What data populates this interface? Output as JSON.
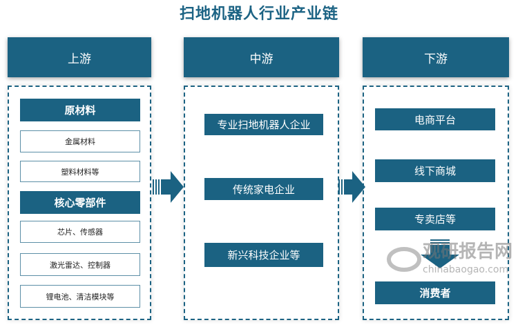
{
  "title": "扫地机器人行业产业链",
  "upstream": {
    "header": "上游",
    "groups": [
      {
        "label": "原材料",
        "items": [
          "金属材料",
          "塑料材料等"
        ]
      },
      {
        "label": "核心零部件",
        "items": [
          "芯片、传感器",
          "激光雷达、控制器",
          "锂电池、清洁模块等"
        ]
      }
    ]
  },
  "midstream": {
    "header": "中游",
    "items": [
      "专业扫地机器人企业",
      "传统家电企业",
      "新兴科技企业等"
    ]
  },
  "downstream": {
    "header": "下游",
    "items": [
      "电商平台",
      "线下商城",
      "专卖店等"
    ],
    "end": "消费者"
  },
  "watermark": {
    "name": "观研报告网",
    "url": "chinabaogao.com"
  },
  "colors": {
    "primary": "#1b6282"
  }
}
